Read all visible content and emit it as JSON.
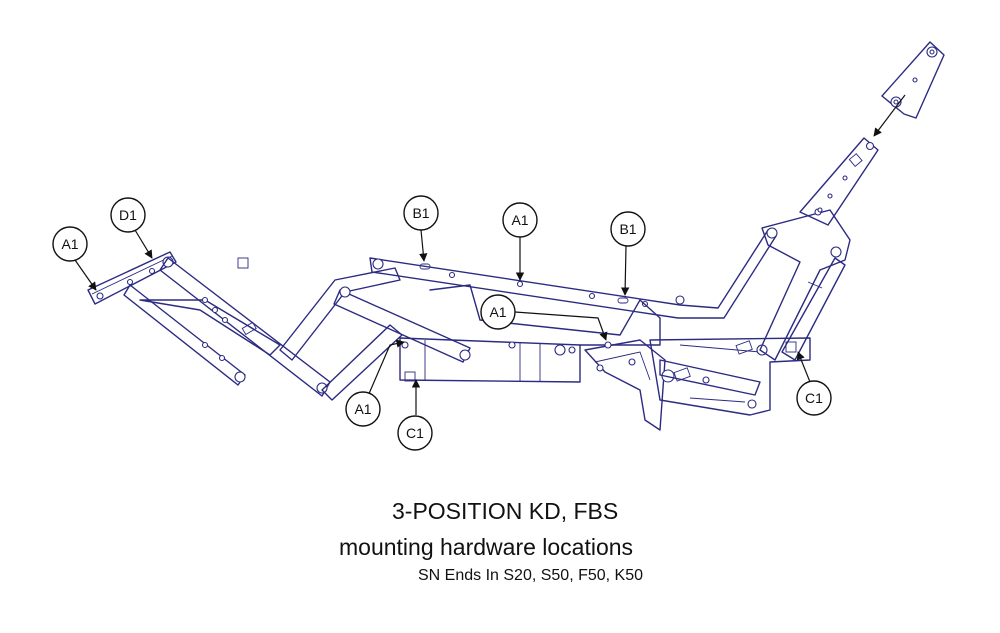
{
  "callouts": [
    {
      "id": "a1-left",
      "label": "A1"
    },
    {
      "id": "d1",
      "label": "D1"
    },
    {
      "id": "b1-left",
      "label": "B1"
    },
    {
      "id": "a1-top",
      "label": "A1"
    },
    {
      "id": "b1-right",
      "label": "B1"
    },
    {
      "id": "a1-middle",
      "label": "A1"
    },
    {
      "id": "a1-bottom",
      "label": "A1"
    },
    {
      "id": "c1-left",
      "label": "C1"
    },
    {
      "id": "c1-right",
      "label": "C1"
    }
  ],
  "caption": {
    "title": "3-POSITION KD, FBS",
    "subtitle": "mounting hardware locations",
    "serials": "SN Ends In S20, S50, F50, K50"
  },
  "colors": {
    "mechanism_line": "#2b2b82",
    "callout_line": "#111111",
    "background": "#ffffff"
  }
}
